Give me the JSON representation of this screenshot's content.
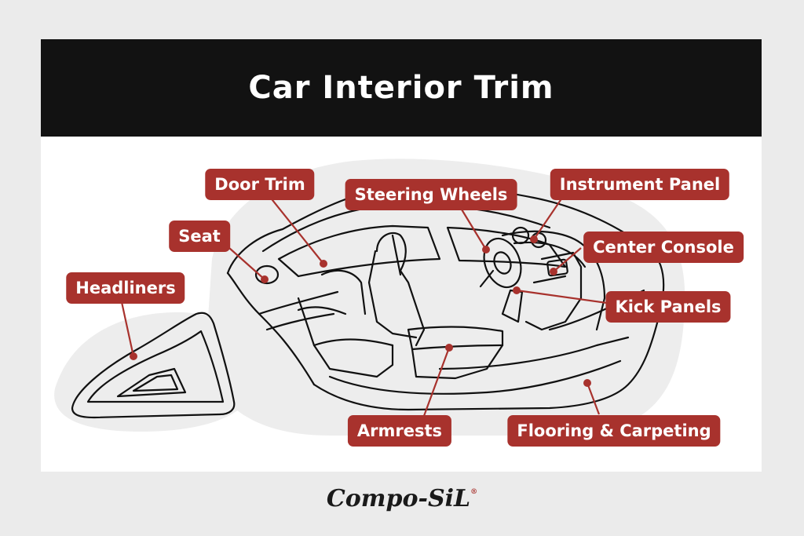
{
  "title": "Car Interior Trim",
  "brand": "Compo-SiL",
  "brand_mark": "®",
  "colors": {
    "label_bg": "#a8322d",
    "header_bg": "#121212",
    "page_bg": "#ebebeb",
    "blob": "#ededed"
  },
  "labels": {
    "door_trim": "Door Trim",
    "seat": "Seat",
    "headliners": "Headliners",
    "steering_wheels": "Steering Wheels",
    "instrument_panel": "Instrument Panel",
    "center_console": "Center Console",
    "kick_panels": "Kick Panels",
    "armrests": "Armrests",
    "flooring_carpeting": "Flooring & Carpeting"
  }
}
